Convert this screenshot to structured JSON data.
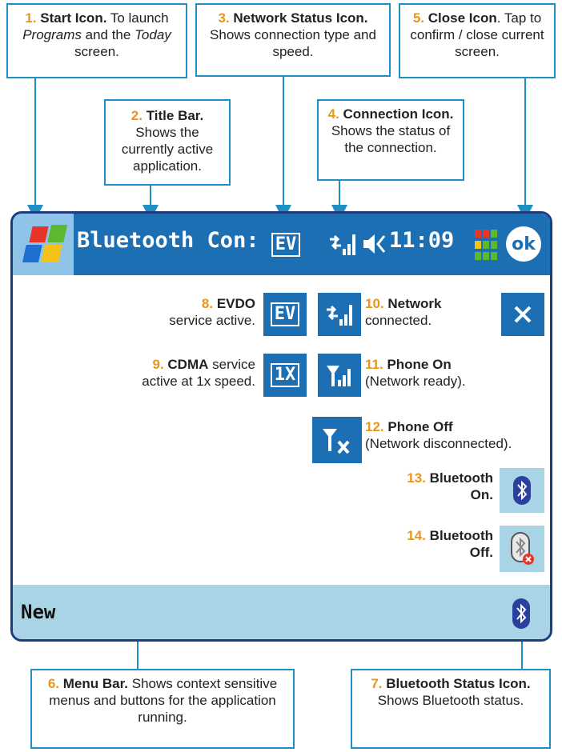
{
  "callouts": [
    {
      "num": "1.",
      "title": "Start Icon.",
      "pre": "To launch",
      "italic1": "Programs",
      "mid": "and the",
      "italic2": "Today",
      "post": "screen."
    },
    {
      "num": "2.",
      "title": "Title Bar.",
      "body": "Shows the currently active application."
    },
    {
      "num": "3.",
      "title": "Network Status Icon.",
      "body": "Shows connection type and speed."
    },
    {
      "num": "4.",
      "title": "Connection Icon.",
      "body": "Shows the status of the connection."
    },
    {
      "num": "5.",
      "title": "Close Icon",
      "body": ". Tap to confirm / close current screen."
    },
    {
      "num": "6.",
      "title": "Menu Bar.",
      "body": "Shows context sensitive menus and buttons for the application running."
    },
    {
      "num": "7.",
      "title": "Bluetooth Status Icon.",
      "body": "Shows Bluetooth status."
    }
  ],
  "device": {
    "title": "Bluetooth Con:",
    "clock": "11:09",
    "ok_label": "ok",
    "ev_label": "EV",
    "onex_label": "1X",
    "menu_new": "New"
  },
  "legend": [
    {
      "num": "8.",
      "title": "EVDO",
      "body": "service active."
    },
    {
      "num": "9.",
      "title": "CDMA",
      "body1": "service",
      "body2": "active at 1x speed."
    },
    {
      "num": "10.",
      "title": "Network",
      "body": "connected."
    },
    {
      "num": "11.",
      "title": "Phone On",
      "body": "(Network ready)."
    },
    {
      "num": "12.",
      "title": "Phone Off",
      "body": "(Network disconnected)."
    },
    {
      "num": "13.",
      "title": "Bluetooth",
      "body": "On."
    },
    {
      "num": "14.",
      "title": "Bluetooth",
      "body": "Off."
    }
  ],
  "colors": {
    "accent": "#1f8fc6",
    "number": "#e8961c",
    "titlebar": "#1d6fb4",
    "menubar": "#a9d4e6",
    "frame": "#1e3d7e"
  },
  "icons": [
    "windows-start-icon",
    "ev-icon",
    "connection-icon",
    "speaker-icon",
    "signal-meter-icon",
    "ok-icon",
    "close-x-icon",
    "onex-icon",
    "phone-on-icon",
    "phone-off-icon",
    "bluetooth-icon",
    "bluetooth-off-icon"
  ]
}
